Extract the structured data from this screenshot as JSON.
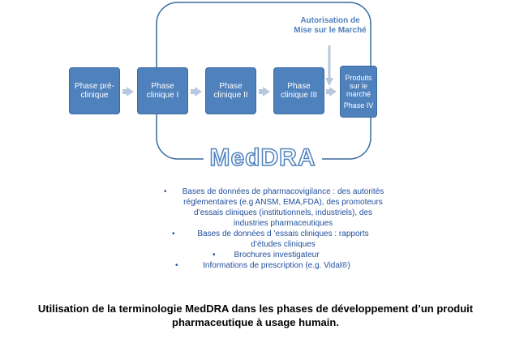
{
  "diagram": {
    "phases": [
      {
        "label": "Phase pré-clinique"
      },
      {
        "label": "Phase clinique I"
      },
      {
        "label": "Phase clinique II"
      },
      {
        "label": "Phase clinique III"
      }
    ],
    "last_box": {
      "line1": "Produits sur le marché",
      "line2": "Phase IV"
    },
    "authorization_label": "Autorisation de Mise sur le Marché",
    "meddra_label": "MedDRA",
    "bullets": [
      "Bases de données de pharmacovigilance : des autorités réglementaires (e.g ANSM, EMA,FDA), des promoteurs d’essais cliniques (institutionnels, industriels), des industries pharmaceutiques",
      "Bases de données d ’essais cliniques : rapports d’études cliniques",
      "Brochures investigateur",
      "Informations de prescription (e.g. Vidal®)"
    ],
    "caption": "Utilisation de la terminologie MedDRA dans les phases de développement d’un produit pharmaceutique à usage humain.",
    "colors": {
      "box": "#4f81bd",
      "arrow": "#b8c8dc",
      "text_blue": "#1f4e9c"
    }
  }
}
